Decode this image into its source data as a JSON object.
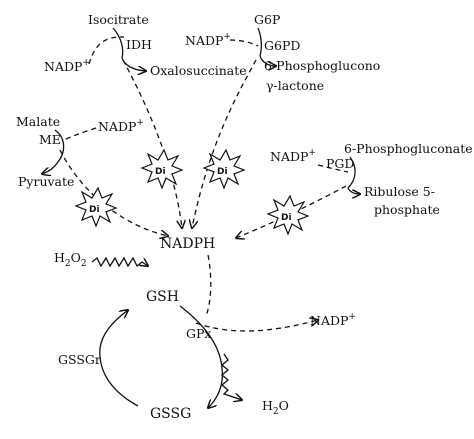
{
  "labels": {
    "isocitrate": "Isocitrate",
    "nadp_idh": "NADP",
    "idh": "IDH",
    "oxalosuccinate": "Oxalosuccinate",
    "g6p": "G6P",
    "nadp_g6pd": "NADP",
    "g6pd": "G6PD",
    "phosphoglucono": "6-Phosphoglucono",
    "lactone": "γ-lactone",
    "malate": "Malate",
    "me": "ME",
    "nadp_me": "NADP",
    "pyruvate": "Pyruvate",
    "phosphogluconate": "6-Phosphogluconate",
    "nadp_pgd": "NADP",
    "pgd": "PGD",
    "ribulose": "Ribulose 5-",
    "phosphate": "phosphate",
    "nadph": "NADPH",
    "h2o2_h": "H",
    "h2o2_sub1": "2",
    "h2o2_o": "O",
    "h2o2_sub2": "2",
    "gsh": "GSH",
    "gpx": "GPx",
    "nadp_out": "NADP",
    "gssgr": "GSSGr",
    "gssg": "GSSG",
    "h2o_h": "H",
    "h2o_sub": "2",
    "h2o_o": "O",
    "plus": "+",
    "di": "Di"
  }
}
